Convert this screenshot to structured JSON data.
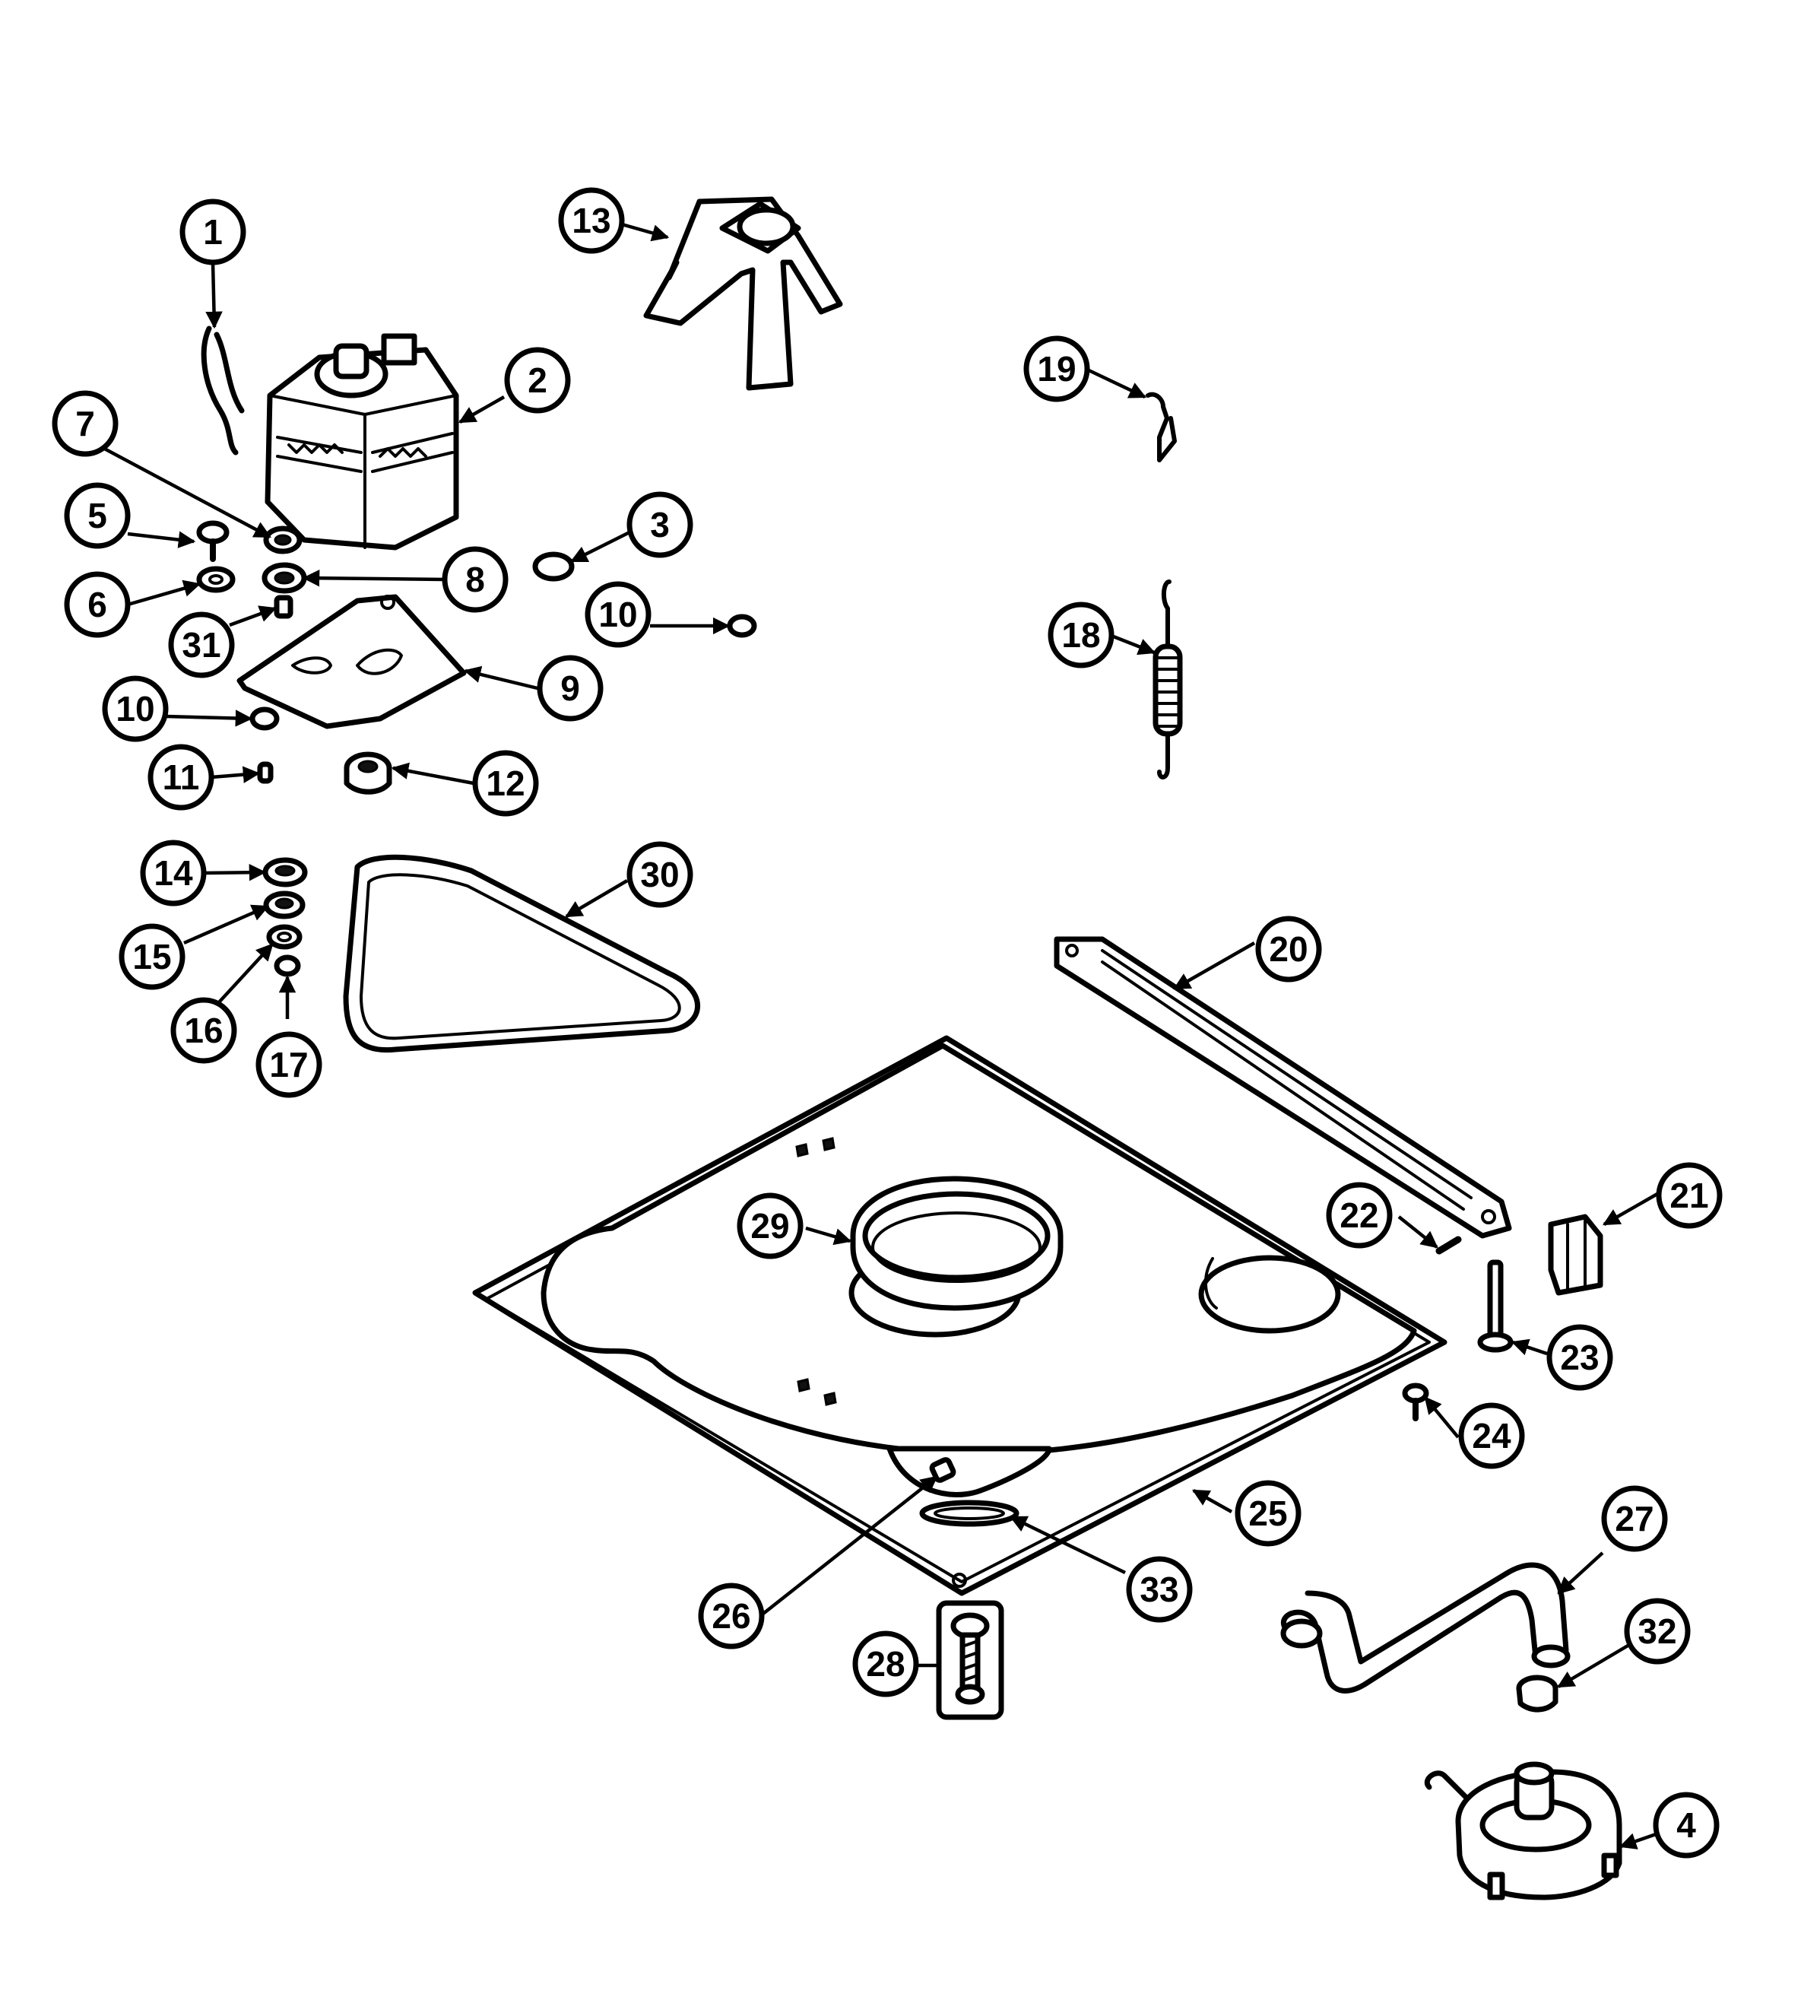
{
  "callouts": [
    {
      "id": "1",
      "label": "1"
    },
    {
      "id": "2",
      "label": "2"
    },
    {
      "id": "3",
      "label": "3"
    },
    {
      "id": "4",
      "label": "4"
    },
    {
      "id": "5",
      "label": "5"
    },
    {
      "id": "6",
      "label": "6"
    },
    {
      "id": "7",
      "label": "7"
    },
    {
      "id": "8",
      "label": "8"
    },
    {
      "id": "9",
      "label": "9"
    },
    {
      "id": "10a",
      "label": "10"
    },
    {
      "id": "10b",
      "label": "10"
    },
    {
      "id": "11",
      "label": "11"
    },
    {
      "id": "12",
      "label": "12"
    },
    {
      "id": "13",
      "label": "13"
    },
    {
      "id": "14",
      "label": "14"
    },
    {
      "id": "15",
      "label": "15"
    },
    {
      "id": "16",
      "label": "16"
    },
    {
      "id": "17",
      "label": "17"
    },
    {
      "id": "18",
      "label": "18"
    },
    {
      "id": "19",
      "label": "19"
    },
    {
      "id": "20",
      "label": "20"
    },
    {
      "id": "21",
      "label": "21"
    },
    {
      "id": "22",
      "label": "22"
    },
    {
      "id": "23",
      "label": "23"
    },
    {
      "id": "24",
      "label": "24"
    },
    {
      "id": "25",
      "label": "25"
    },
    {
      "id": "26",
      "label": "26"
    },
    {
      "id": "27",
      "label": "27"
    },
    {
      "id": "28",
      "label": "28"
    },
    {
      "id": "29",
      "label": "29"
    },
    {
      "id": "30",
      "label": "30"
    },
    {
      "id": "31",
      "label": "31"
    },
    {
      "id": "32",
      "label": "32"
    },
    {
      "id": "33",
      "label": "33"
    }
  ]
}
